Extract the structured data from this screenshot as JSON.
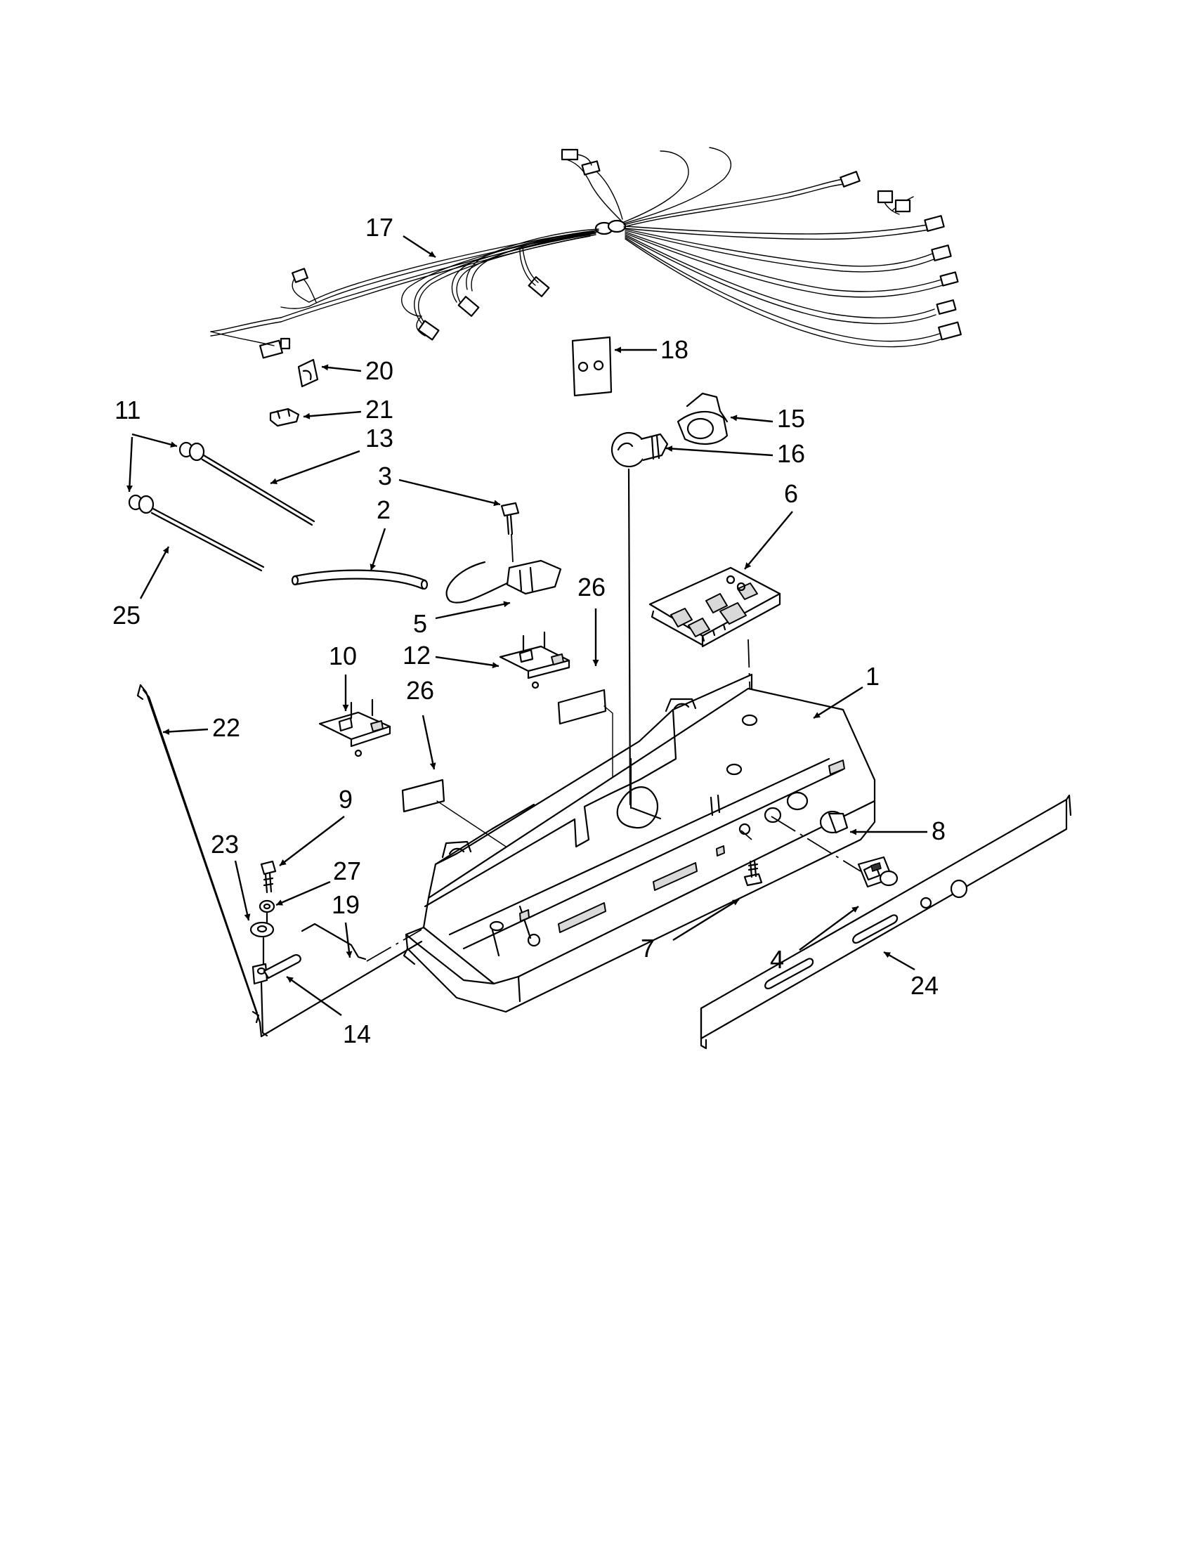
{
  "callouts": {
    "c1": "1",
    "c2": "2",
    "c3": "3",
    "c4": "4",
    "c5": "5",
    "c6": "6",
    "c7": "7",
    "c8": "8",
    "c9": "9",
    "c10": "10",
    "c11": "11",
    "c12": "12",
    "c13": "13",
    "c14": "14",
    "c15": "15",
    "c16": "16",
    "c17": "17",
    "c18": "18",
    "c19": "19",
    "c20": "20",
    "c21": "21",
    "c22": "22",
    "c23": "23",
    "c24": "24",
    "c25": "25",
    "c26a": "26",
    "c26b": "26",
    "c27": "27"
  }
}
